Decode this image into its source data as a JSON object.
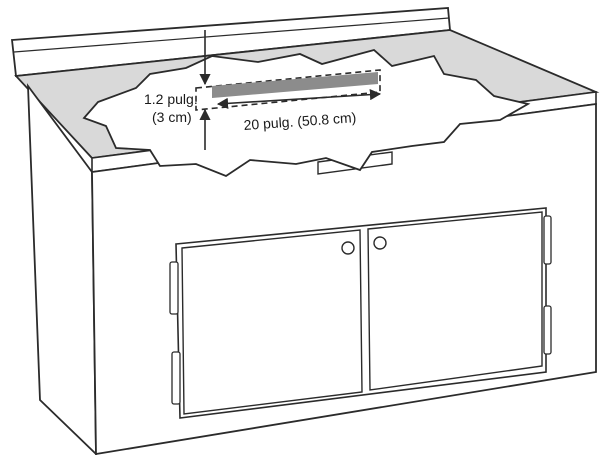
{
  "labels": {
    "height_line1": "1.2 pulg.",
    "height_line2": "(3 cm)",
    "width": "20 pulg. (50.8 cm)"
  },
  "colors": {
    "outline": "#2b2b2b",
    "countertop": "#d9d9d9",
    "cutout": "#8c8c8c",
    "background": "#ffffff"
  },
  "icons": {
    "dimension_arrow": "arrow-icon"
  }
}
